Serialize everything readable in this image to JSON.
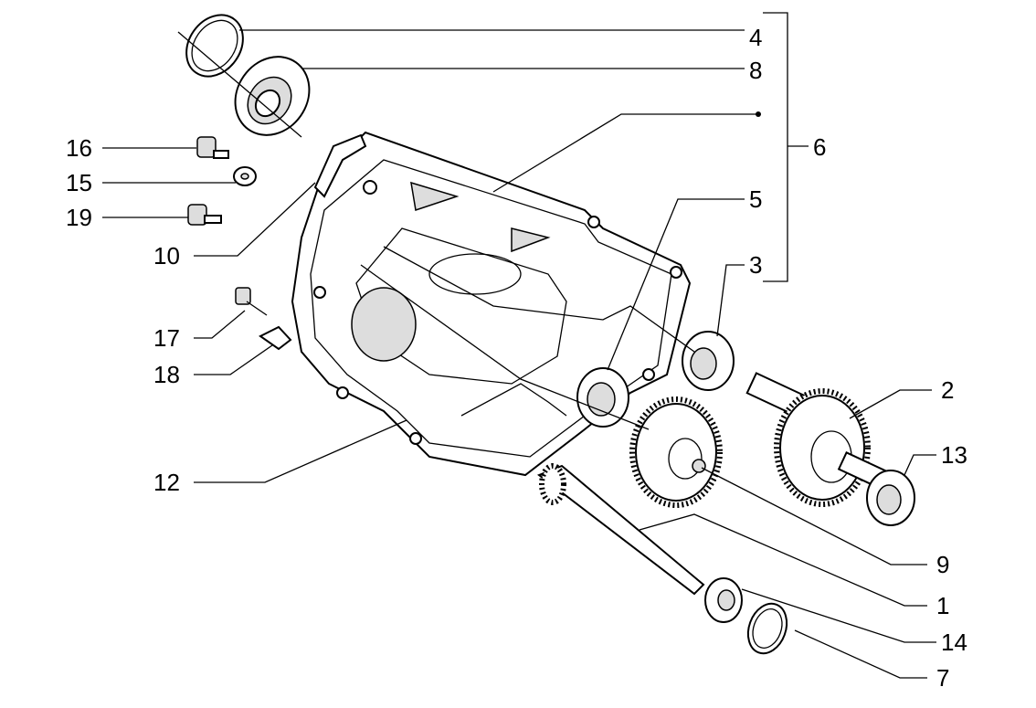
{
  "diagram": {
    "title": "Exploded view of gearbox cover assembly",
    "labels": {
      "p1": "1",
      "p2": "2",
      "p3": "3",
      "p4": "4",
      "p5": "5",
      "p6": "6",
      "p7": "7",
      "p8": "8",
      "p9": "9",
      "p10": "10",
      "p12": "12",
      "p13": "13",
      "p14": "14",
      "p15": "15",
      "p16": "16",
      "p17": "17",
      "p18": "18",
      "p19": "19"
    }
  }
}
